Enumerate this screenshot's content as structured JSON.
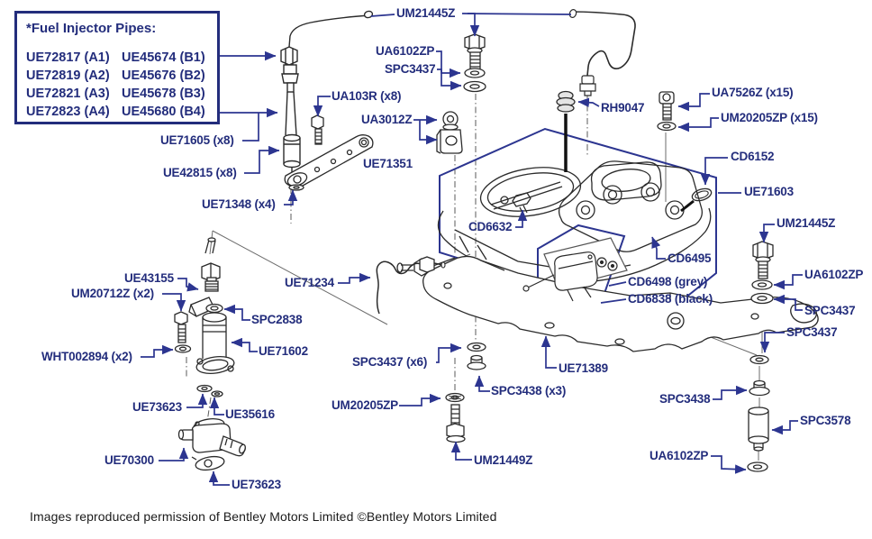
{
  "legend": {
    "title": "*Fuel Injector Pipes:",
    "rows": [
      [
        "UE72817 (A1)",
        "UE45674 (B1)"
      ],
      [
        "UE72819 (A2)",
        "UE45676 (B2)"
      ],
      [
        "UE72821 (A3)",
        "UE45678 (B3)"
      ],
      [
        "UE72823 (A4)",
        "UE45680 (B4)"
      ]
    ]
  },
  "labels": [
    {
      "id": "um21445z-top",
      "text": "UM21445Z"
    },
    {
      "id": "ua6102zp-top",
      "text": "UA6102ZP"
    },
    {
      "id": "spc3437-top",
      "text": "SPC3437"
    },
    {
      "id": "ua103r",
      "text": "UA103R (x8)"
    },
    {
      "id": "ua3012z",
      "text": "UA3012Z"
    },
    {
      "id": "rh9047",
      "text": "RH9047"
    },
    {
      "id": "ua7526z",
      "text": "UA7526Z (x15)"
    },
    {
      "id": "um20205zp-x15",
      "text": "UM20205ZP (x15)"
    },
    {
      "id": "cd6152",
      "text": "CD6152"
    },
    {
      "id": "ue71603",
      "text": "UE71603"
    },
    {
      "id": "ue71605",
      "text": "UE71605 (x8)"
    },
    {
      "id": "ue42815",
      "text": "UE42815 (x8)"
    },
    {
      "id": "ue71348",
      "text": "UE71348 (x4)"
    },
    {
      "id": "ue71351",
      "text": "UE71351"
    },
    {
      "id": "cd6632",
      "text": "CD6632"
    },
    {
      "id": "um21445z-right",
      "text": "UM21445Z"
    },
    {
      "id": "ua6102zp-right",
      "text": "UA6102ZP"
    },
    {
      "id": "spc3437-right1",
      "text": "SPC3437"
    },
    {
      "id": "spc3437-right2",
      "text": "SPC3437"
    },
    {
      "id": "cd6495",
      "text": "CD6495"
    },
    {
      "id": "cd6498",
      "text": "CD6498 (grey)"
    },
    {
      "id": "cd6838",
      "text": "CD6838 (black)"
    },
    {
      "id": "ue43155",
      "text": "UE43155"
    },
    {
      "id": "um20712z",
      "text": "UM20712Z (x2)"
    },
    {
      "id": "spc2838",
      "text": "SPC2838"
    },
    {
      "id": "ue71234",
      "text": "UE71234"
    },
    {
      "id": "wht002894",
      "text": "WHT002894 (x2)"
    },
    {
      "id": "ue71602",
      "text": "UE71602"
    },
    {
      "id": "spc3437-x6",
      "text": "SPC3437 (x6)"
    },
    {
      "id": "ue71389",
      "text": "UE71389"
    },
    {
      "id": "spc3438-x3",
      "text": "SPC3438 (x3)"
    },
    {
      "id": "um20205zp-center",
      "text": "UM20205ZP"
    },
    {
      "id": "um21449z",
      "text": "UM21449Z"
    },
    {
      "id": "ue73623-a",
      "text": "UE73623"
    },
    {
      "id": "ue35616",
      "text": "UE35616"
    },
    {
      "id": "ue70300",
      "text": "UE70300"
    },
    {
      "id": "ue73623-b",
      "text": "UE73623"
    },
    {
      "id": "spc3438-right",
      "text": "SPC3438"
    },
    {
      "id": "spc3578",
      "text": "SPC3578"
    },
    {
      "id": "ua6102zp-bottomright",
      "text": "UA6102ZP"
    }
  ],
  "caption": "Images reproduced permission of Bentley Motors Limited ©Bentley Motors Limited",
  "colors": {
    "label_blue": "#232d7c",
    "leader_blue": "#2c3590",
    "line_art": "#2b2b2b"
  }
}
